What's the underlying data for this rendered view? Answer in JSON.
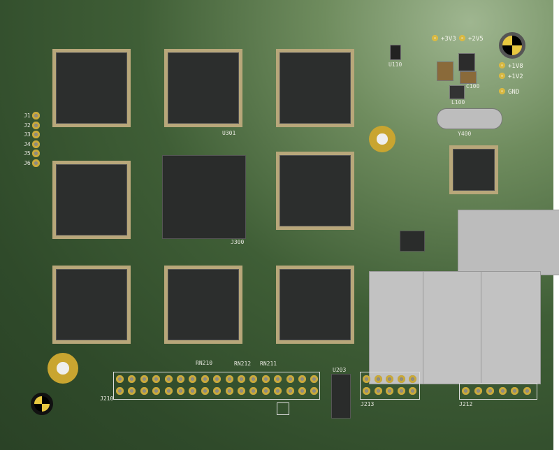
{
  "colors": {
    "board": "#3f5e36",
    "pad": "#c9a93a",
    "chip": "#2c2e2d",
    "connector": "#c2c2c2"
  },
  "power_labels": [
    "+3V3",
    "+2V5",
    "+1V8",
    "+1V2",
    "GND"
  ],
  "jtag_labels": [
    "J1",
    "J2",
    "J3",
    "J4",
    "J5",
    "J6"
  ],
  "refs": {
    "u301": "U301",
    "j300": "J300",
    "u203": "U203",
    "j210": "J210",
    "j213": "J213",
    "j212": "J212",
    "y400": "Y400",
    "c100": "C100",
    "l100": "L100",
    "rn210": "RN210",
    "rn211": "RN211",
    "rn212": "RN212",
    "u110": "U110"
  }
}
